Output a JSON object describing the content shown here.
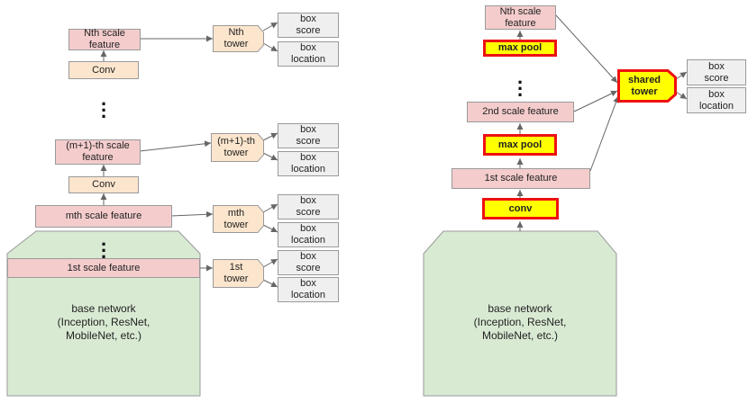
{
  "left": {
    "base_network": "base network\n(Inception, ResNet,\nMobileNet, etc.)",
    "features": {
      "nth": "Nth scale\nfeature",
      "m1": "(m+1)-th scale\nfeature",
      "mth": "mth scale feature",
      "first": "1st scale feature"
    },
    "conv": "Conv",
    "towers": {
      "nth": "Nth\ntower",
      "m1": "(m+1)-th\ntower",
      "mth": "mth\ntower",
      "first": "1st\ntower"
    },
    "outputs": {
      "score": "box\nscore",
      "location": "box\nlocation"
    }
  },
  "right": {
    "base_network": "base network\n(Inception, ResNet,\nMobileNet, etc.)",
    "conv": "conv",
    "max_pool": "max pool",
    "features": {
      "first": "1st scale feature",
      "second": "2nd scale feature",
      "nth": "Nth scale\nfeature"
    },
    "shared_tower": "shared\ntower",
    "outputs": {
      "score": "box\nscore",
      "location": "box\nlocation"
    }
  },
  "colors": {
    "feature": "#f4cccc",
    "conv": "#fce5cd",
    "tower": "#fce5cd",
    "output": "#efefef",
    "base": "#d9ead3",
    "highlight_fill": "#ffff00",
    "highlight_border": "#ee1111"
  }
}
